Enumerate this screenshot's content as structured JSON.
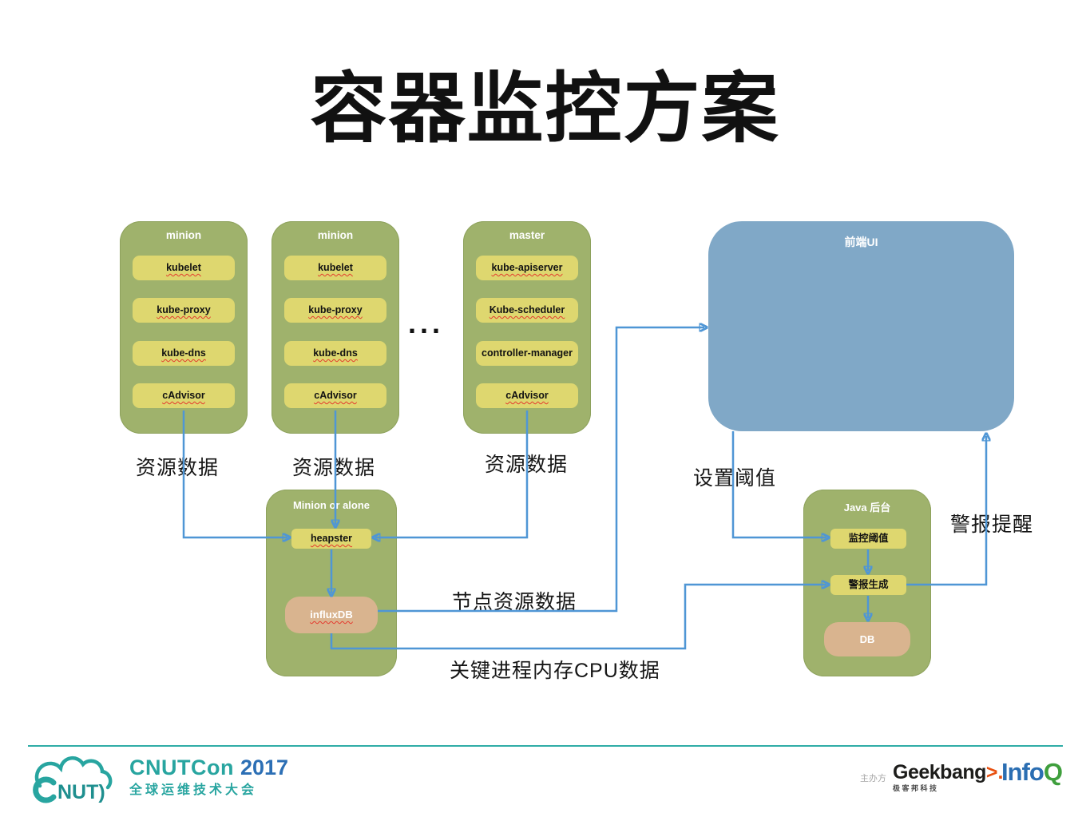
{
  "title": "容器监控方案",
  "colors": {
    "green_box": "#9fb26c",
    "yellow_box": "#ded76f",
    "tan_box": "#d9b48f",
    "blue_box": "#80a8c7",
    "flow_line": "#4f96d5",
    "squiggle_red": "#e43a2e",
    "footer_teal": "#28a5a0",
    "brand_blue": "#2b6eb2",
    "brand_green": "#3f9f3d",
    "brand_orange": "#e8500f"
  },
  "diagram": {
    "groups": [
      {
        "title": "minion",
        "items": [
          "kubelet",
          "kube-proxy",
          "kube-dns",
          "cAdvisor"
        ]
      },
      {
        "title": "minion",
        "items": [
          "kubelet",
          "kube-proxy",
          "kube-dns",
          "cAdvisor"
        ]
      },
      {
        "title": "master",
        "items": [
          "kube-apiserver",
          "Kube-scheduler",
          "controller-manager",
          "cAdvisor"
        ]
      }
    ],
    "ellipsis": "...",
    "frontend_ui": {
      "title": "前端UI"
    },
    "collector": {
      "title": "Minion or alone",
      "heapster": "heapster",
      "influxdb": "influxDB"
    },
    "backend": {
      "title": "Java 后台",
      "threshold": "监控阈值",
      "alert_gen": "警报生成",
      "db": "DB"
    },
    "flow_labels": {
      "resource_data_1": "资源数据",
      "resource_data_2": "资源数据",
      "resource_data_3": "资源数据",
      "set_threshold": "设置阈值",
      "node_resource_data": "节点资源数据",
      "process_mem_cpu_data": "关键进程内存CPU数据",
      "alert_notify": "警报提醒"
    }
  },
  "footer": {
    "cnutcon": {
      "logo_text": "NUT)",
      "name": "CNUTCon ",
      "year": "2017",
      "subtitle": "全球运维技术大会"
    },
    "host_label": "主办方",
    "geekbang": {
      "part1": "Geek",
      "part2": "bang",
      "part3": ">.",
      "subtitle": "极客邦科技"
    },
    "infoq": {
      "part1": "Info",
      "part2": "Q"
    }
  }
}
